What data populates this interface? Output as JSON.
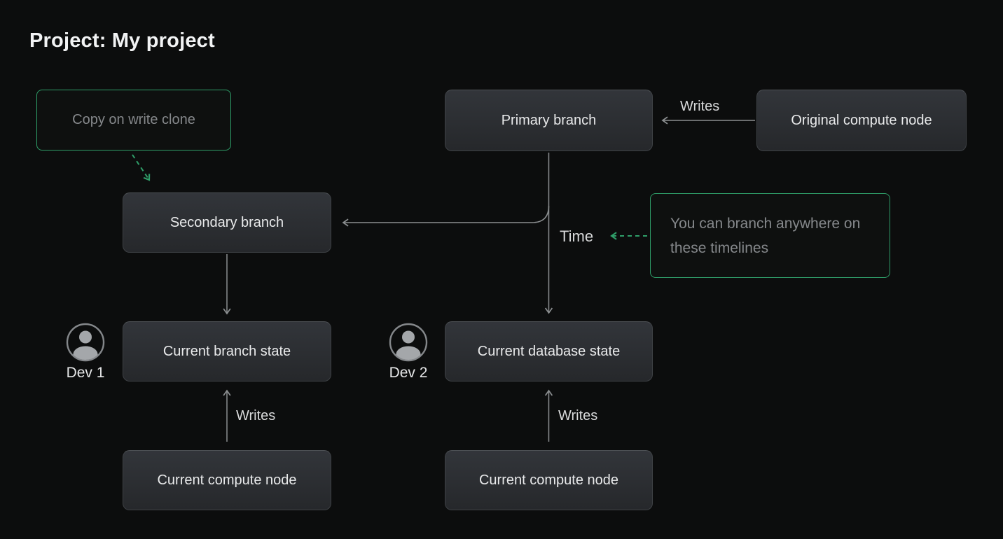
{
  "title": "Project: My project",
  "colors": {
    "background": "#0c0d0d",
    "accent_green": "#2f9e69",
    "node_fill_top": "#32353a",
    "node_fill_bottom": "#26282b",
    "node_text": "#e9eaeb",
    "muted_text": "#85888b",
    "arrow_gray": "#8b8e90"
  },
  "nodes": {
    "copy_on_write": {
      "label": "Copy on write clone"
    },
    "primary_branch": {
      "label": "Primary branch"
    },
    "original_compute": {
      "label": "Original compute node"
    },
    "secondary_branch": {
      "label": "Secondary branch"
    },
    "current_branch_state": {
      "label": "Current branch state"
    },
    "current_database_state": {
      "label": "Current database state"
    },
    "compute_left": {
      "label": "Current compute node"
    },
    "compute_center": {
      "label": "Current compute node"
    }
  },
  "annotations": {
    "branch_note": "You can branch anywhere on these timelines"
  },
  "labels": {
    "writes_top": "Writes",
    "writes_left": "Writes",
    "writes_center": "Writes",
    "time": "Time",
    "dev1": "Dev 1",
    "dev2": "Dev 2"
  }
}
